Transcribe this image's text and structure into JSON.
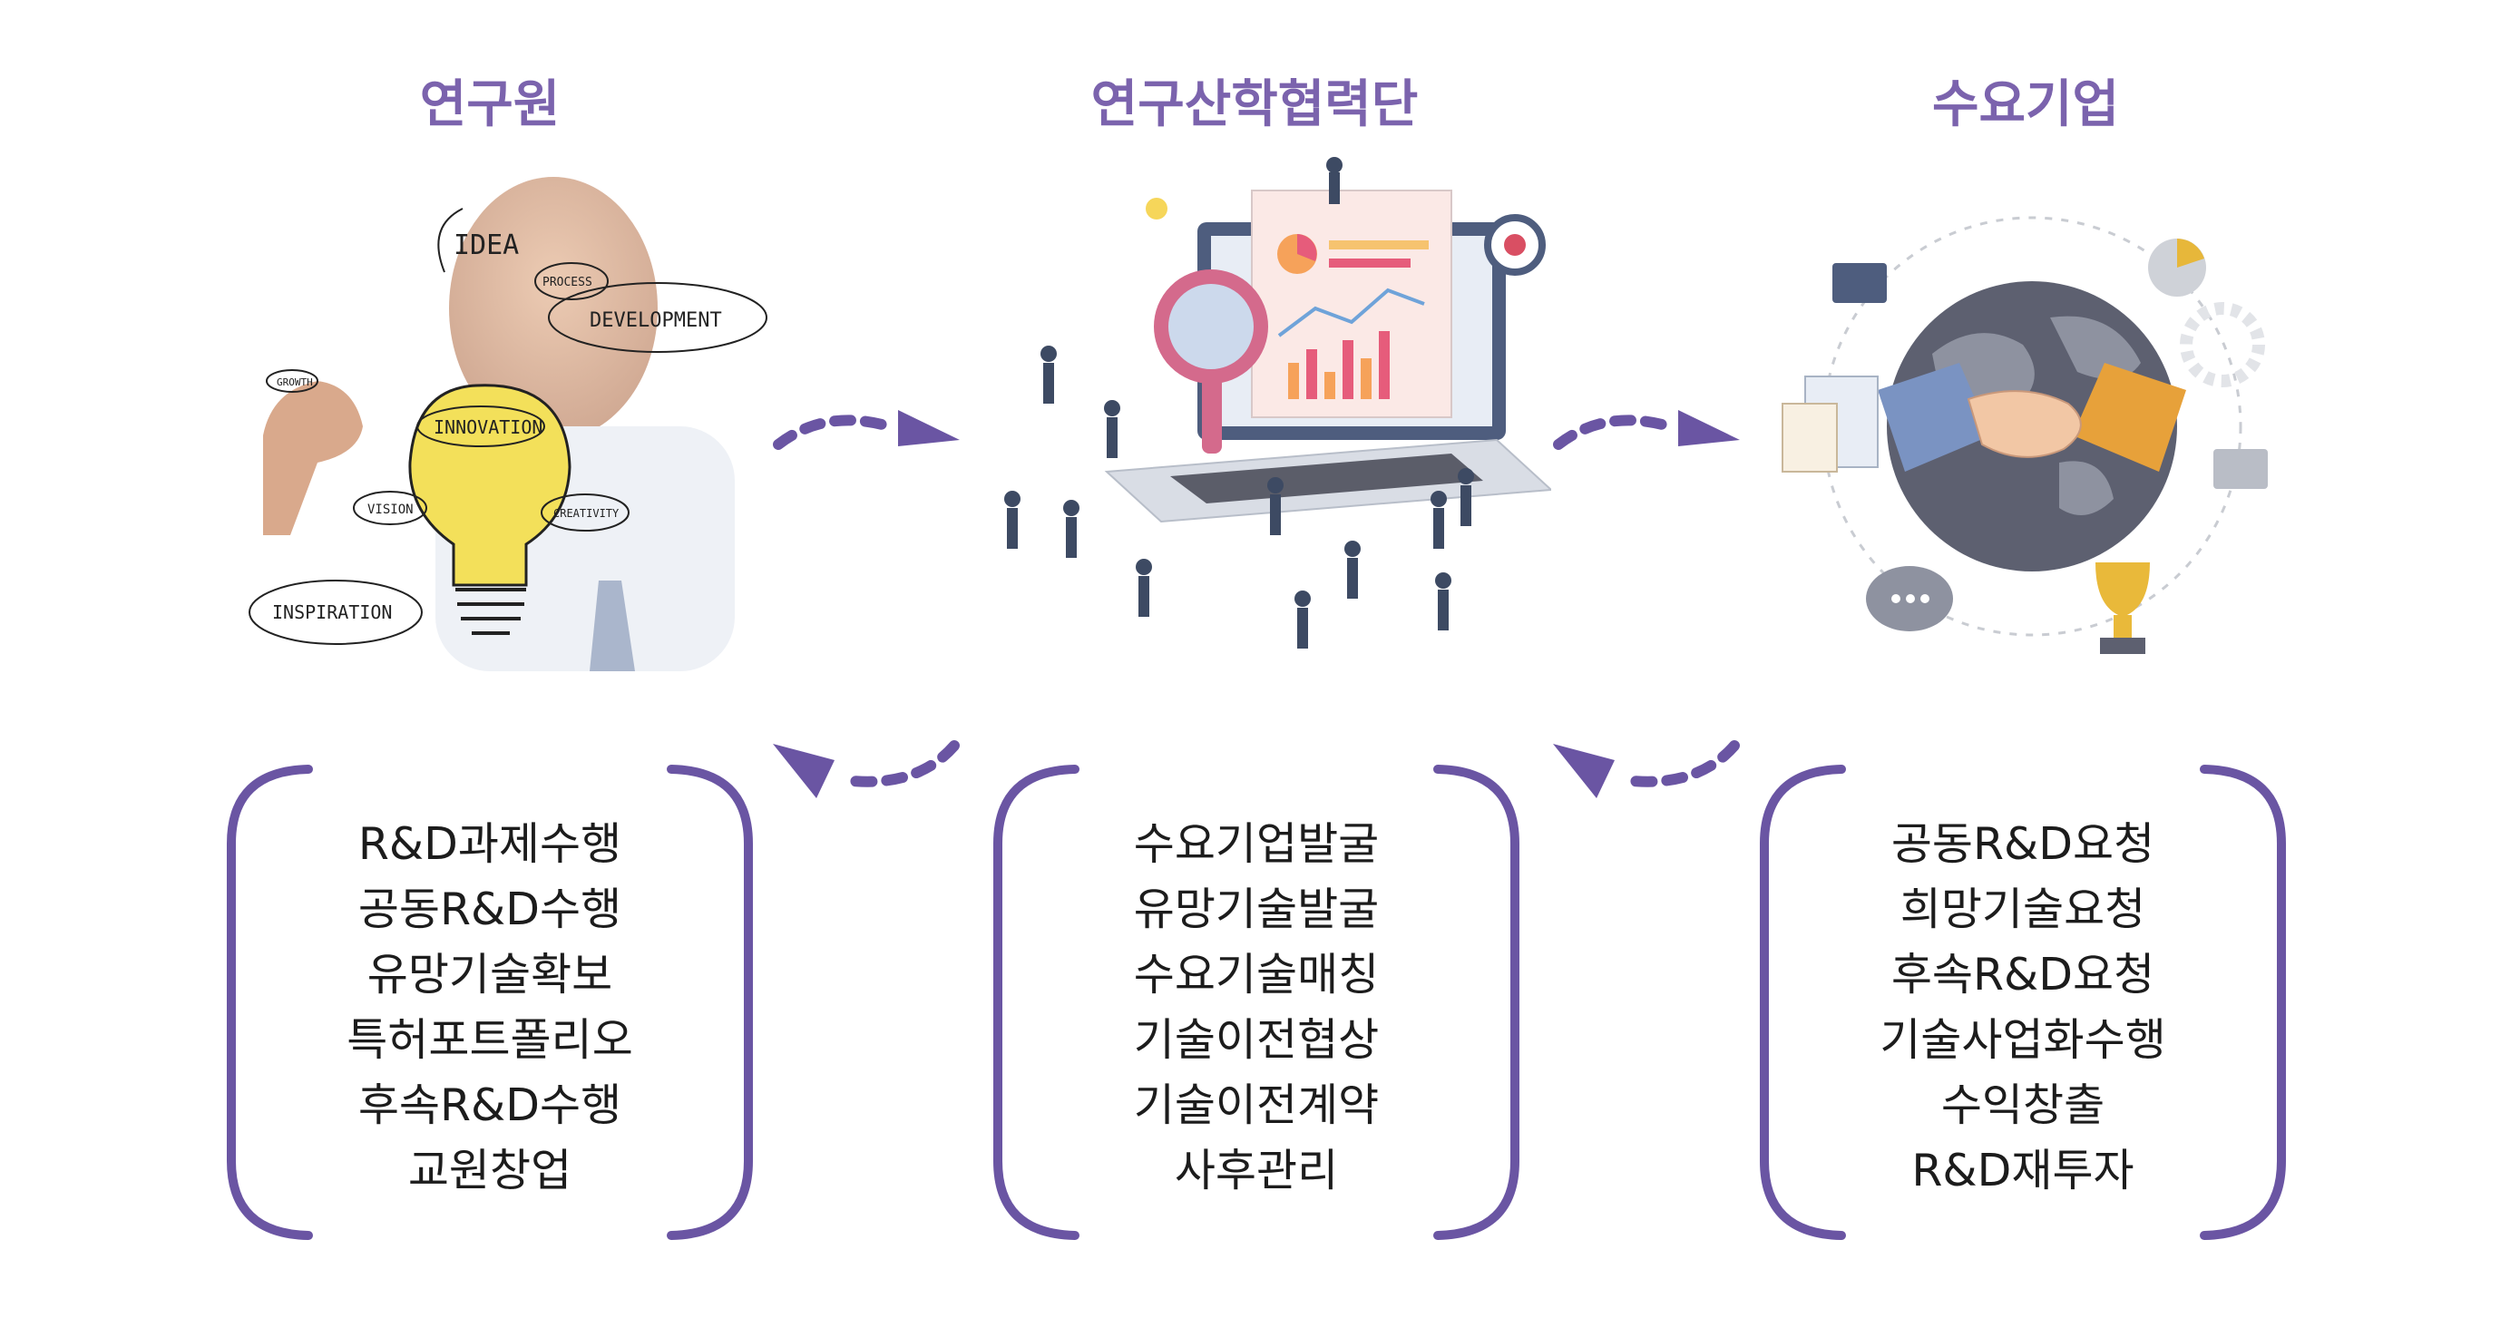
{
  "columns": [
    {
      "title": "연구원",
      "image_words": [
        "IDEA",
        "PROCESS",
        "GROWTH",
        "DEVELOPMENT",
        "INNOVATION",
        "VISION",
        "CREATIVITY",
        "INSPIRATION"
      ],
      "items": [
        "R&D과제수행",
        "공동R&D수행",
        "유망기술확보",
        "특허포트폴리오",
        "후속R&D수행",
        "교원창업"
      ]
    },
    {
      "title": "연구산학협력단",
      "items": [
        "수요기업발굴",
        "유망기술발굴",
        "수요기술매칭",
        "기술이전협상",
        "기술이전계약",
        "사후관리"
      ]
    },
    {
      "title": "수요기업",
      "items": [
        "공동R&D요청",
        "희망기술요청",
        "후속R&D요청",
        "기술사업화수행",
        "수익창출",
        "R&D재투자"
      ]
    }
  ],
  "colors": {
    "accent": "#7b63ad",
    "text": "#1c1c1c"
  },
  "icons": [
    "lightbulb-sketch-icon",
    "laptop-analytics-icon",
    "handshake-globe-icon",
    "dashed-arrow-right-icon",
    "dashed-arrow-left-icon"
  ]
}
